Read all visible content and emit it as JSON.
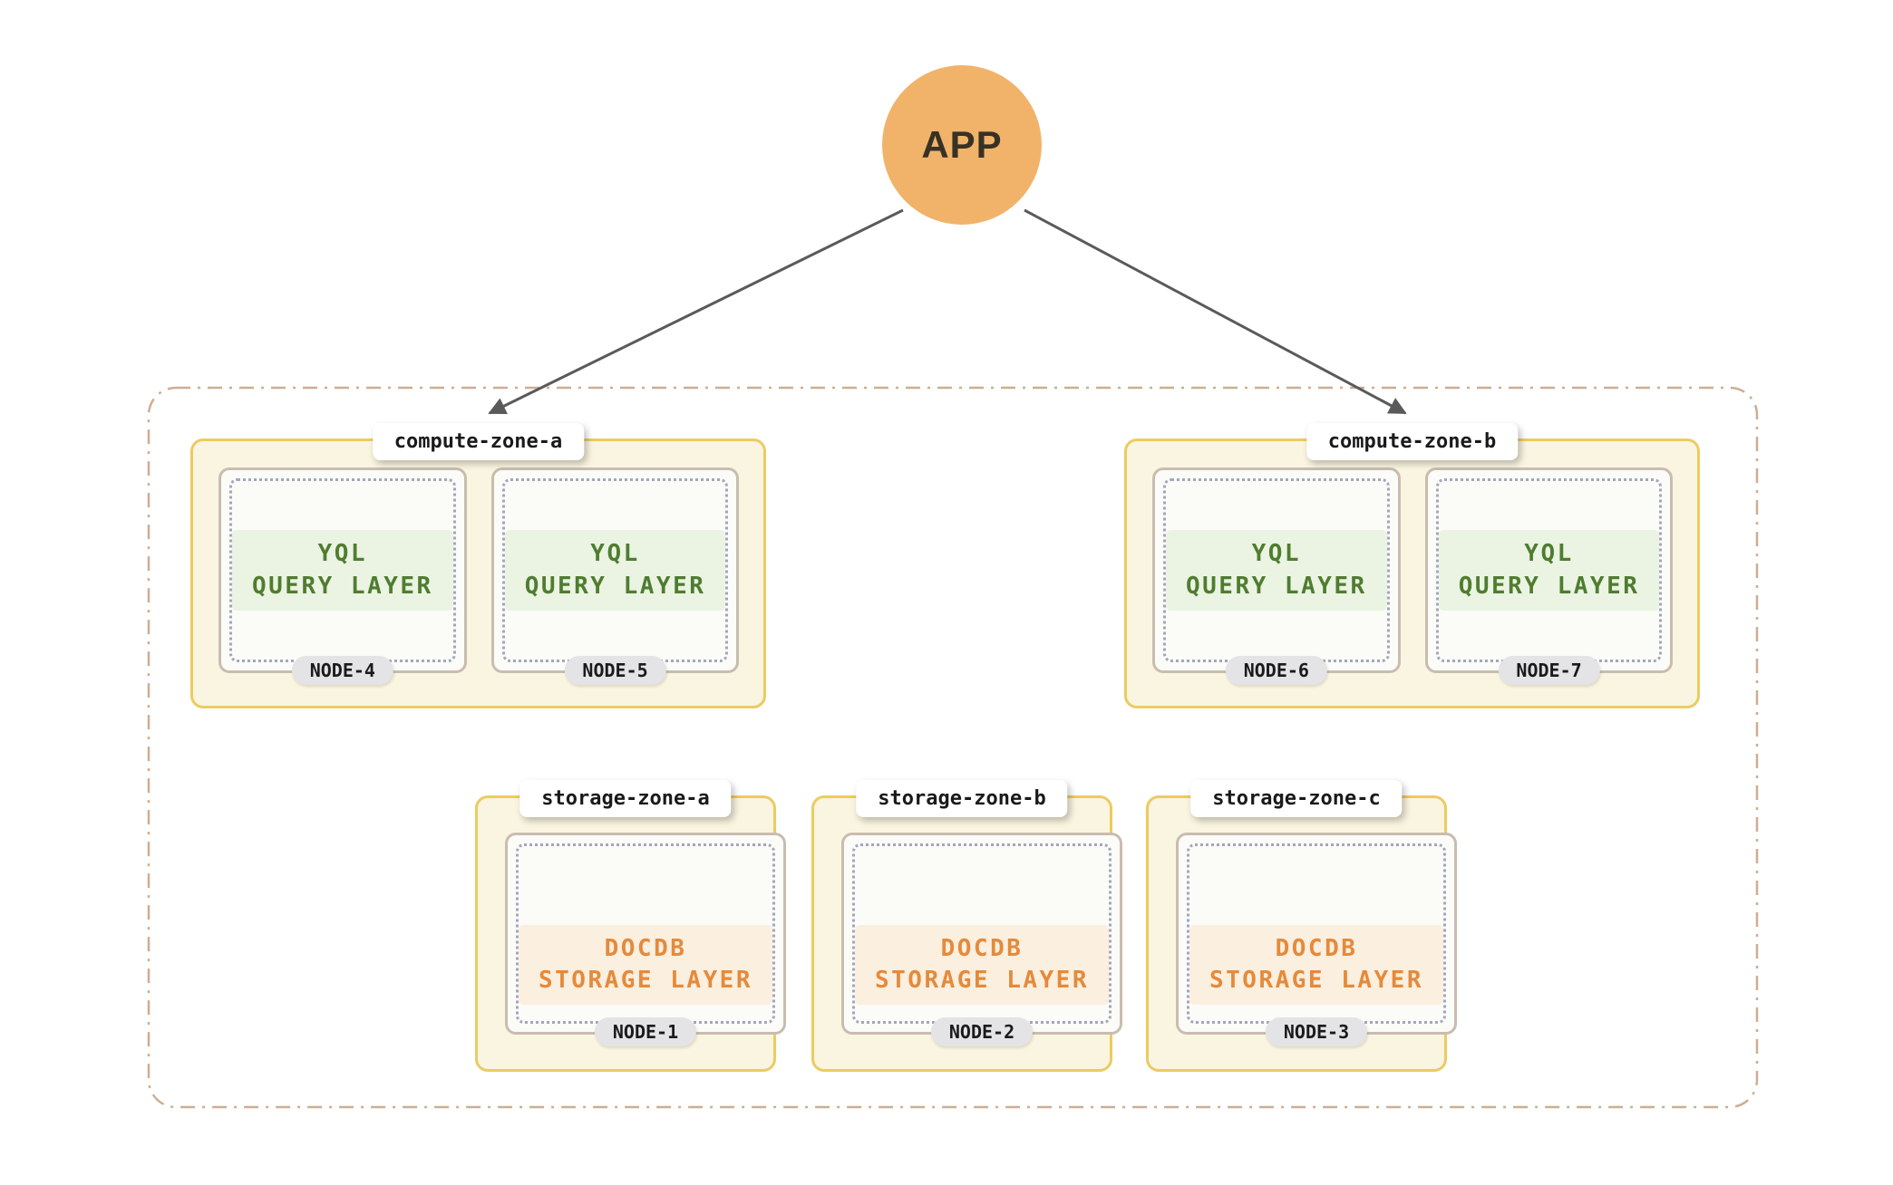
{
  "app": {
    "label": "APP"
  },
  "compute_zones": [
    {
      "label": "compute-zone-a",
      "nodes": [
        {
          "name": "NODE-4",
          "layer_line1": "YQL",
          "layer_line2": "QUERY LAYER"
        },
        {
          "name": "NODE-5",
          "layer_line1": "YQL",
          "layer_line2": "QUERY LAYER"
        }
      ]
    },
    {
      "label": "compute-zone-b",
      "nodes": [
        {
          "name": "NODE-6",
          "layer_line1": "YQL",
          "layer_line2": "QUERY LAYER"
        },
        {
          "name": "NODE-7",
          "layer_line1": "YQL",
          "layer_line2": "QUERY LAYER"
        }
      ]
    }
  ],
  "storage_zones": [
    {
      "label": "storage-zone-a",
      "nodes": [
        {
          "name": "NODE-1",
          "layer_line1": "DOCDB",
          "layer_line2": "STORAGE LAYER"
        }
      ]
    },
    {
      "label": "storage-zone-b",
      "nodes": [
        {
          "name": "NODE-2",
          "layer_line1": "DOCDB",
          "layer_line2": "STORAGE LAYER"
        }
      ]
    },
    {
      "label": "storage-zone-c",
      "nodes": [
        {
          "name": "NODE-3",
          "layer_line1": "DOCDB",
          "layer_line2": "STORAGE LAYER"
        }
      ]
    }
  ],
  "colors": {
    "app_circle": "#F1B369",
    "zone_fill": "#FAF5E0",
    "zone_border": "#ECCB61",
    "node_fill": "#FBFBF8",
    "node_border": "#C9BCB0",
    "node_dotted_border": "#A2A6BE",
    "yql_text": "#4F7D2F",
    "yql_bg": "#EBF3E3",
    "docdb_text": "#E58A3B",
    "docdb_bg": "#FBEFDF",
    "cluster_boundary": "#CDAE92",
    "arrow": "#5A5A5A"
  }
}
